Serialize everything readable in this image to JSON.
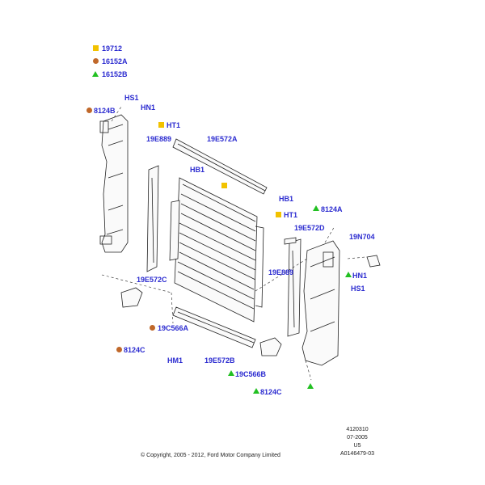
{
  "legend": [
    {
      "marker": "square",
      "color": "#f2c200",
      "code": "19712"
    },
    {
      "marker": "circle",
      "color": "#c0682a",
      "code": "16152A"
    },
    {
      "marker": "triangle",
      "color": "#22c022",
      "code": "16152B"
    }
  ],
  "callouts": {
    "hs1_top": "HS1",
    "hn1_top": "HN1",
    "b8124b": "8124B",
    "ht1_left": "HT1",
    "e889_left": "19E889",
    "e572a": "19E572A",
    "hb1_left": "HB1",
    "hb1_right": "HB1",
    "ht1_right": "HT1",
    "a8124a": "8124A",
    "e572d": "19E572D",
    "n704": "19N704",
    "hn1_right": "HN1",
    "hs1_right": "HS1",
    "e889_right": "19E889",
    "e572c": "19E572C",
    "c566a": "19C566A",
    "c8124c_left": "8124C",
    "hm1": "HM1",
    "e572b": "19E572B",
    "c566b": "19C566B",
    "c8124c_right": "8124C"
  },
  "meta": {
    "line1": "4120310",
    "line2": "07-2005",
    "line3": "U5",
    "line4": "A0146479-03"
  },
  "copyright": "© Copyright, 2005 - 2012, Ford Motor Company Limited"
}
